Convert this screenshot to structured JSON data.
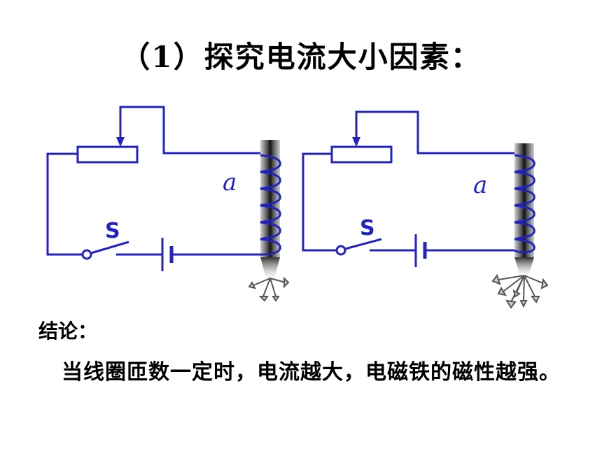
{
  "title": "（1）探究电流大小因素：",
  "circuits": [
    {
      "switch_label": "S",
      "coil_label": "a"
    },
    {
      "switch_label": "S",
      "coil_label": "a"
    }
  ],
  "conclusion": {
    "label": "结论：",
    "text": "当线圈匝数一定时，电流越大，电磁铁的磁性越强。"
  },
  "colors": {
    "wire": "#2121c8",
    "coil": "#2121c8",
    "text": "#000000",
    "label": "#2121c8"
  }
}
